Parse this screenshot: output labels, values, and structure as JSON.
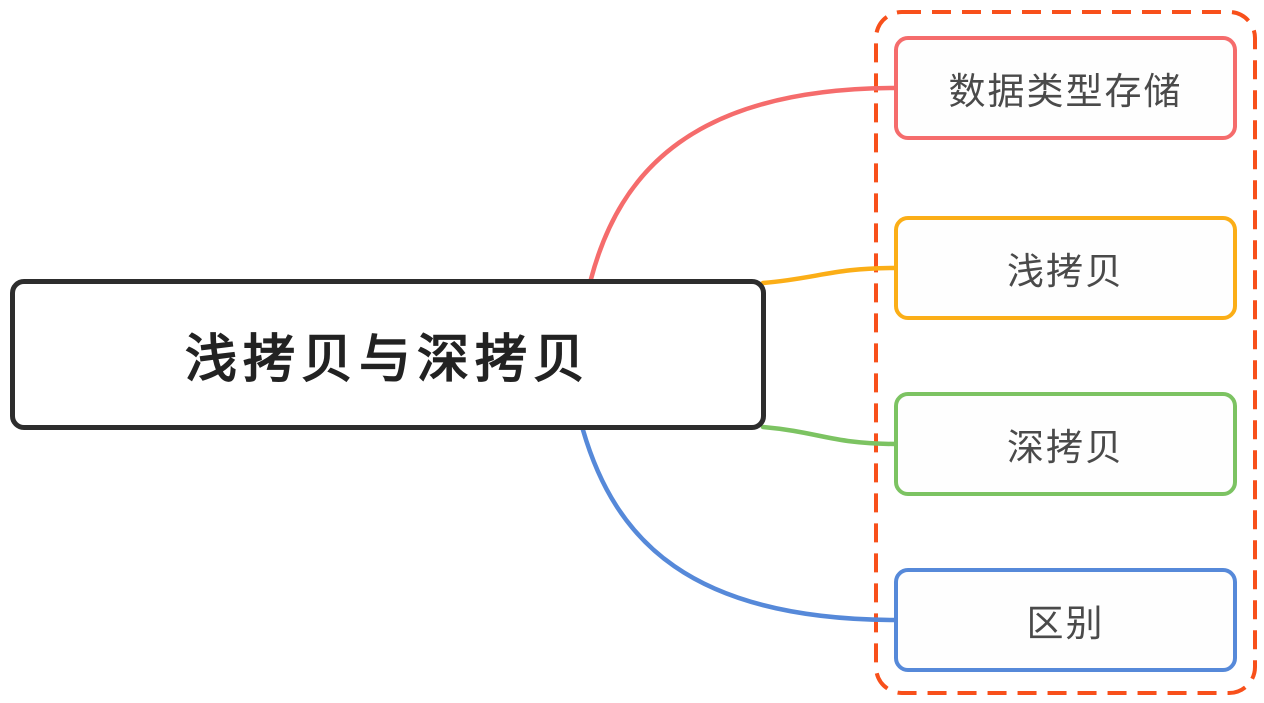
{
  "diagram": {
    "root": {
      "label": "浅拷贝与深拷贝",
      "border_color": "#2d2d2d",
      "text_color": "#222222",
      "fill": "#ffffff"
    },
    "group": {
      "border_color": "#f8501b",
      "border_style": "dashed"
    },
    "topics": [
      {
        "label": "数据类型存储",
        "color": "#f56c6c"
      },
      {
        "label": "浅拷贝",
        "color": "#fbae17"
      },
      {
        "label": "深拷贝",
        "color": "#7cc362"
      },
      {
        "label": "区别",
        "color": "#5689d9"
      }
    ]
  }
}
